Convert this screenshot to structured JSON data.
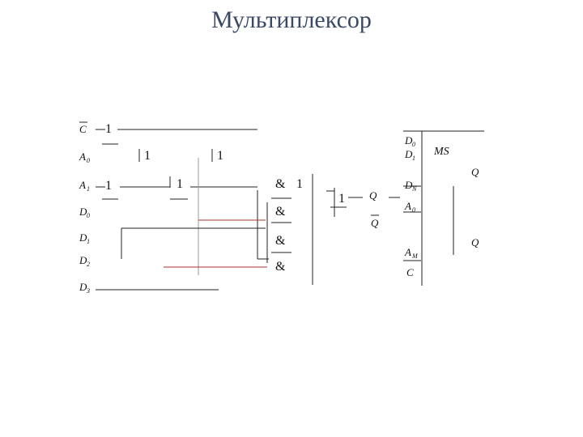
{
  "title": "Мультиплексор",
  "inputs": {
    "c": "C",
    "a0_letter": "A",
    "a0_sub": "0",
    "a1_letter": "A",
    "a1_sub": "1",
    "d0_letter": "D",
    "d0_sub": "0",
    "d1_letter": "D",
    "d1_sub": "1",
    "d2_letter": "D",
    "d2_sub": "2",
    "d3_letter": "D",
    "d3_sub": "3"
  },
  "gates": {
    "not_label": "1",
    "and_label": "&",
    "or_label": "1"
  },
  "latch": {
    "q": "Q",
    "q_bar": "Q"
  },
  "block": {
    "type": "MS",
    "d0_letter": "D",
    "d0_sub": "0",
    "d1_letter": "D",
    "d1_sub": "1",
    "dn_letter": "D",
    "dn_sub": "N",
    "a0_letter": "A",
    "a0_sub": "0",
    "am_letter": "A",
    "am_sub": "M",
    "c": "C",
    "q_top": "Q",
    "q_bottom": "Q"
  },
  "colors": {
    "line": "#222222",
    "accent_line": "#b03030",
    "title": "#3a4a66"
  }
}
